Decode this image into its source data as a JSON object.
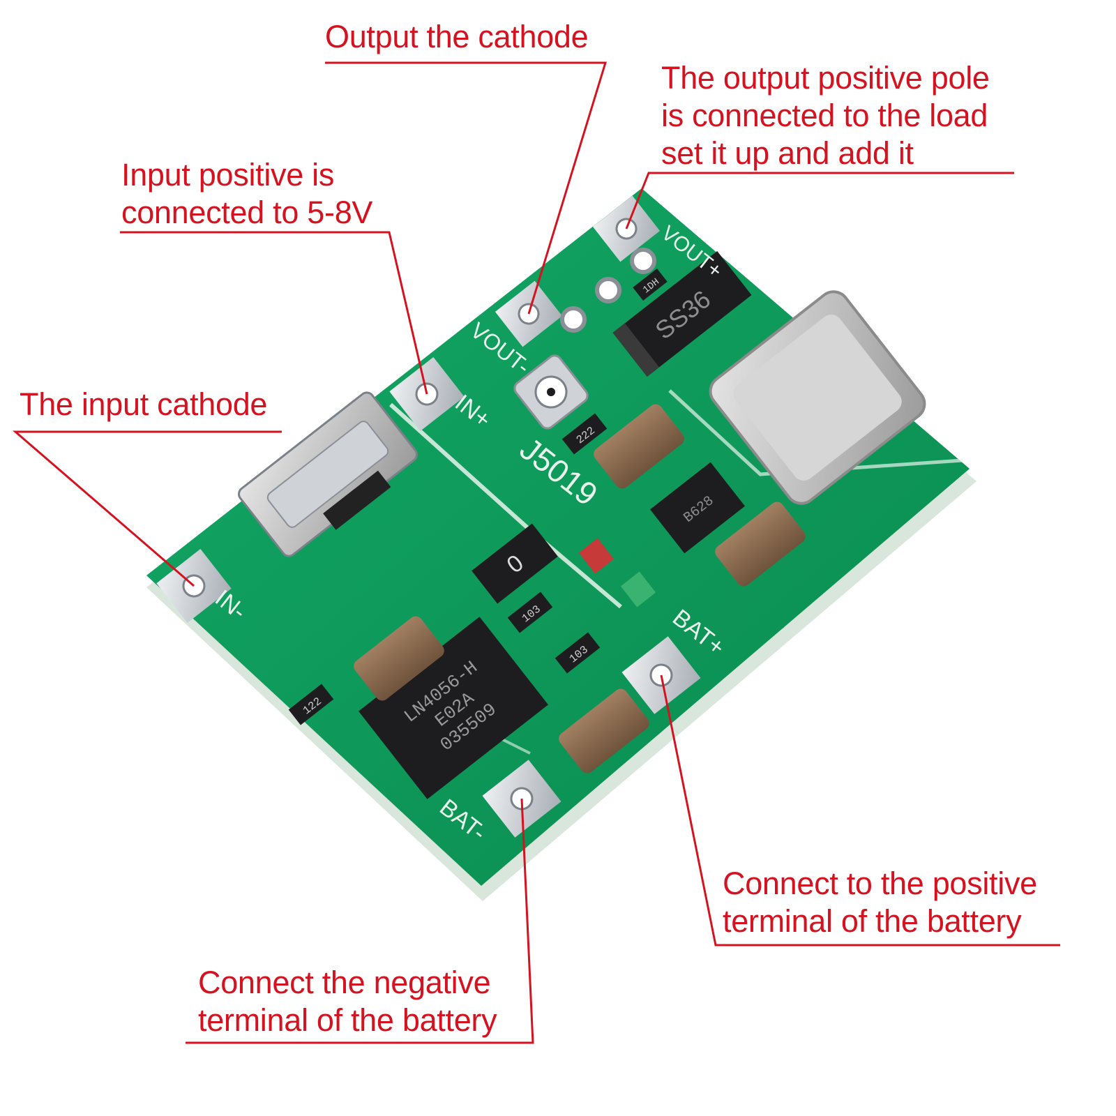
{
  "colors": {
    "callout": "#d5121f",
    "pcb": "#0d9a5b",
    "pcb_dark": "#087a45",
    "silk": "#e8f3ec",
    "pad": "#c9cdd3",
    "capacitor": "#8a6a4f",
    "chip": "#1d1d1f"
  },
  "callouts": {
    "output_cathode": {
      "lines": [
        "Output the cathode"
      ]
    },
    "output_positive": {
      "lines": [
        "The output positive pole",
        "is connected to the load",
        "set it up and add it"
      ]
    },
    "input_positive": {
      "lines": [
        "Input positive is",
        "connected to 5-8V"
      ]
    },
    "input_cathode": {
      "lines": [
        "The input cathode"
      ]
    },
    "battery_positive": {
      "lines": [
        "Connect to the positive",
        "terminal of the battery"
      ]
    },
    "battery_negative": {
      "lines": [
        "Connect the negative",
        "terminal of the battery"
      ]
    }
  },
  "board": {
    "silkscreen": {
      "vout_plus": "VOUT+",
      "vout_minus": "VOUT-",
      "in_plus": "IN+",
      "in_minus": "IN-",
      "bat_plus": "BAT+",
      "bat_minus": "BAT-",
      "model": "J5019"
    },
    "components": {
      "diode": "SS36",
      "charger_ic": [
        "LN4056-H",
        "E02A",
        "035509"
      ],
      "resistor_a": "222",
      "resistor_b": "103",
      "resistor_c": "103",
      "resistor_d": "122",
      "diode_mark": "1DH",
      "boost_ic": "B628",
      "fuse_mark": "0"
    }
  }
}
